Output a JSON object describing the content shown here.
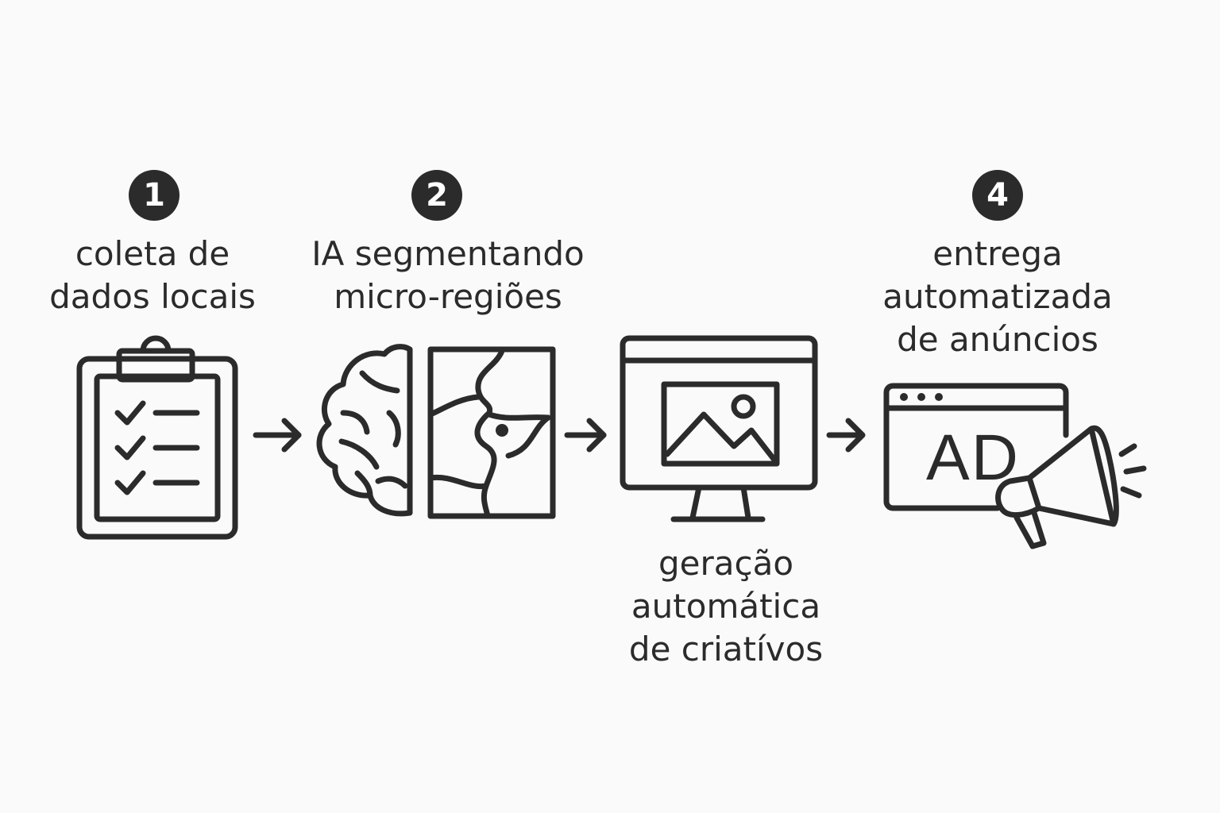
{
  "steps": [
    {
      "number": "1",
      "label_lines": [
        "coleta de",
        "dados locais"
      ],
      "icon": "clipboard-checklist-icon"
    },
    {
      "number": "2",
      "label_lines": [
        "IA segmentando",
        "micro-regiões"
      ],
      "icon": "brain-map-icon"
    },
    {
      "number": "",
      "label_lines": [
        "geração",
        "automática",
        "de criatívos"
      ],
      "icon": "monitor-image-icon"
    },
    {
      "number": "4",
      "label_lines": [
        "entrega",
        "automatizada",
        "de anúncios"
      ],
      "icon": "browser-ad-megaphone-icon"
    }
  ],
  "ad_text": "AD",
  "colors": {
    "ink": "#2b2b2b",
    "background": "#fafafa",
    "badge_text": "#ffffff"
  }
}
